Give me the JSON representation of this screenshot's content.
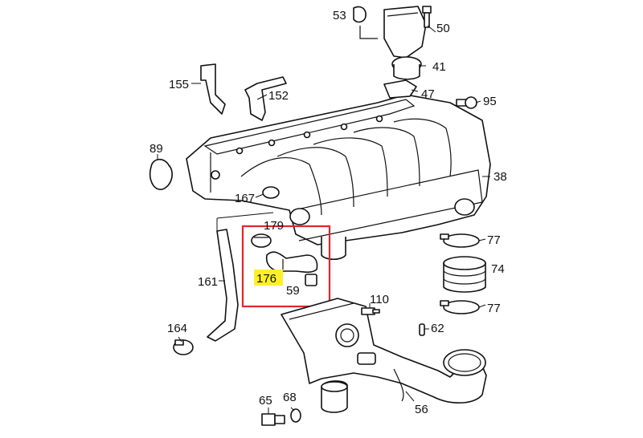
{
  "callouts": [
    {
      "id": "53",
      "text": "53"
    },
    {
      "id": "50",
      "text": "50"
    },
    {
      "id": "41",
      "text": "41"
    },
    {
      "id": "47",
      "text": "47"
    },
    {
      "id": "95",
      "text": "95"
    },
    {
      "id": "155",
      "text": "155"
    },
    {
      "id": "152",
      "text": "152"
    },
    {
      "id": "89",
      "text": "89"
    },
    {
      "id": "38",
      "text": "38"
    },
    {
      "id": "167",
      "text": "167"
    },
    {
      "id": "179",
      "text": "179"
    },
    {
      "id": "77a",
      "text": "77"
    },
    {
      "id": "74",
      "text": "74"
    },
    {
      "id": "77b",
      "text": "77"
    },
    {
      "id": "176",
      "text": "176"
    },
    {
      "id": "59",
      "text": "59"
    },
    {
      "id": "161",
      "text": "161"
    },
    {
      "id": "110",
      "text": "110"
    },
    {
      "id": "62",
      "text": "62"
    },
    {
      "id": "164",
      "text": "164"
    },
    {
      "id": "65",
      "text": "65"
    },
    {
      "id": "68",
      "text": "68"
    },
    {
      "id": "56",
      "text": "56"
    }
  ],
  "highlight": {
    "part_number": "176",
    "box_color": "#e0262b",
    "label_bg_color": "#ffef2a"
  }
}
